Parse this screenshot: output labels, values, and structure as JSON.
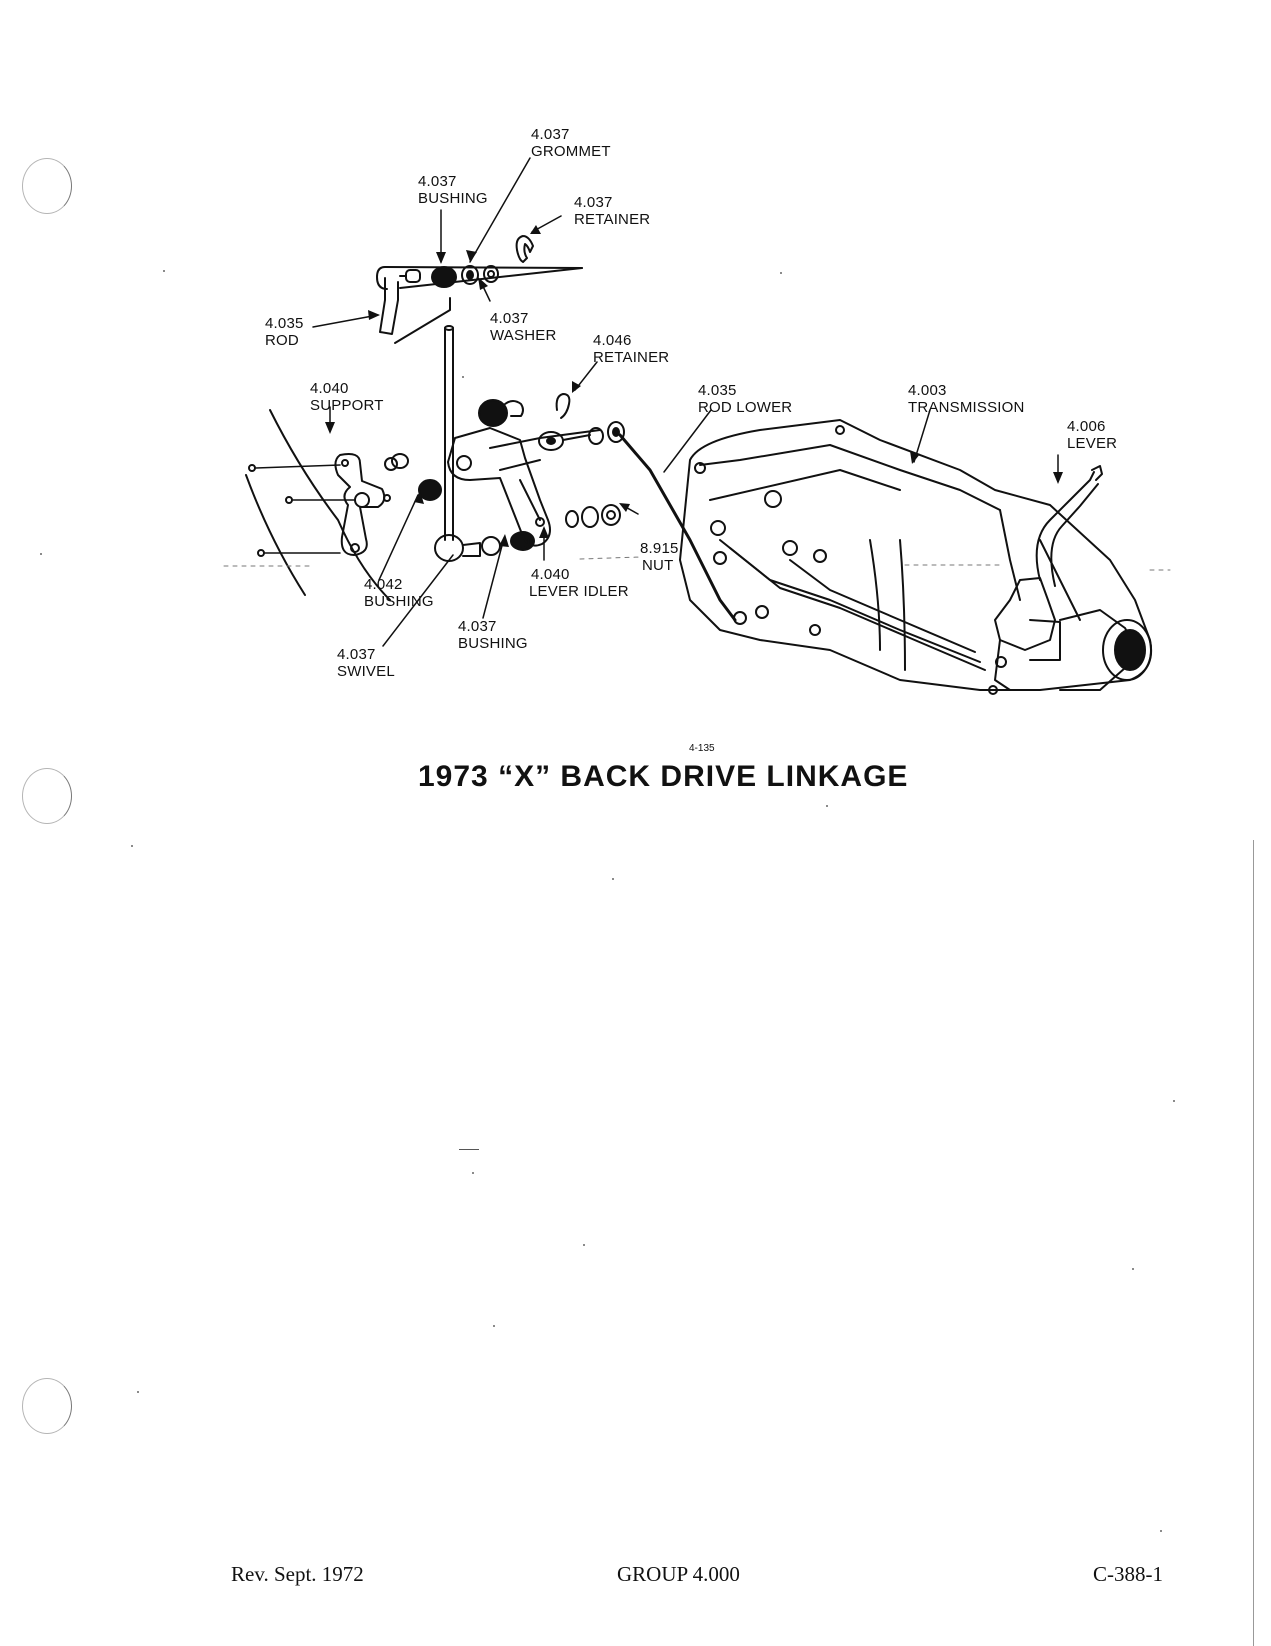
{
  "figure": {
    "number": "4-135",
    "title": "1973 “X” BACK DRIVE LINKAGE"
  },
  "callouts": {
    "grommet": {
      "code": "4.037",
      "name": "GROMMET"
    },
    "bushing_top": {
      "code": "4.037",
      "name": "BUSHING"
    },
    "retainer_top": {
      "code": "4.037",
      "name": "RETAINER"
    },
    "rod": {
      "code": "4.035",
      "name": "ROD"
    },
    "washer": {
      "code": "4.037",
      "name": "WASHER"
    },
    "retainer_mid": {
      "code": "4.046",
      "name": "RETAINER"
    },
    "rod_lower": {
      "code": "4.035",
      "name": "ROD LOWER"
    },
    "transmission": {
      "code": "4.003",
      "name": "TRANSMISSION"
    },
    "lever": {
      "code": "4.006",
      "name": "LEVER"
    },
    "support": {
      "code": "4.040",
      "name": "SUPPORT"
    },
    "nut": {
      "code": "8.915",
      "name": "NUT"
    },
    "lever_idler": {
      "code": "4.040",
      "name": "LEVER IDLER"
    },
    "bushing_left": {
      "code": "4.042",
      "name": "BUSHING"
    },
    "bushing_low": {
      "code": "4.037",
      "name": "BUSHING"
    },
    "swivel": {
      "code": "4.037",
      "name": "SWIVEL"
    }
  },
  "footer": {
    "revision": "Rev. Sept. 1972",
    "group": "GROUP 4.000",
    "page_code": "C-388-1"
  }
}
